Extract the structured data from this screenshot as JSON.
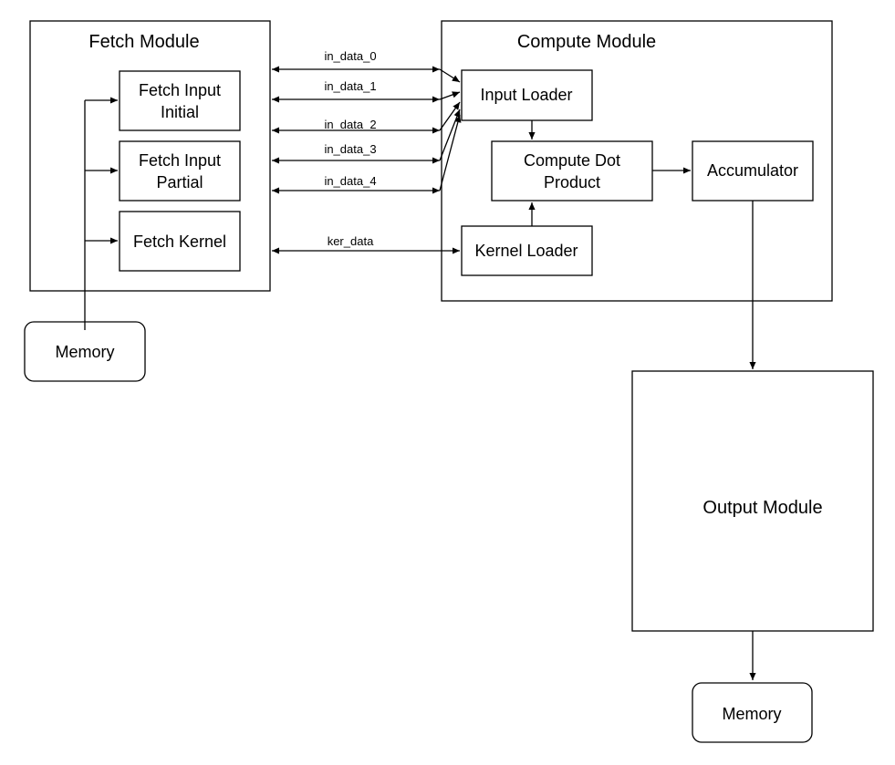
{
  "fetch_module": {
    "title": "Fetch Module",
    "fetch_input_initial": [
      "Fetch Input",
      "Initial"
    ],
    "fetch_input_partial": [
      "Fetch Input",
      "Partial"
    ],
    "fetch_kernel": "Fetch Kernel"
  },
  "compute_module": {
    "title": "Compute Module",
    "input_loader": "Input Loader",
    "compute_dot_product": [
      "Compute Dot",
      "Product"
    ],
    "accumulator": "Accumulator",
    "kernel_loader": "Kernel Loader"
  },
  "output_module": {
    "title": "Output Module"
  },
  "memory_input": "Memory",
  "memory_output": "Memory",
  "connections": {
    "in_data_0": "in_data_0",
    "in_data_1": "in_data_1",
    "in_data_2": "in_data_2",
    "in_data_3": "in_data_3",
    "in_data_4": "in_data_4",
    "ker_data": "ker_data"
  }
}
